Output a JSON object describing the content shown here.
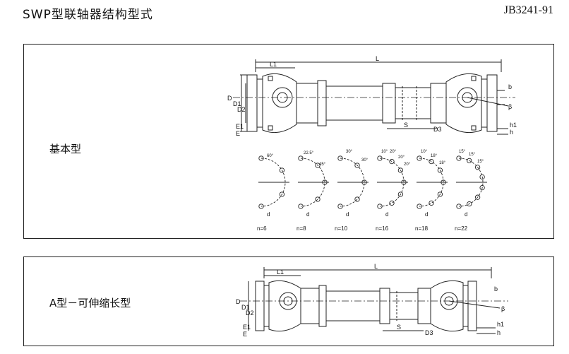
{
  "header": {
    "title": "SWP型联轴器结构型式",
    "standard": "JB3241-91"
  },
  "panels": [
    {
      "label": "基本型",
      "drawing": {
        "dims": {
          "L": "L",
          "L1": "L1",
          "D": "D",
          "D1": "D1",
          "D2": "D2",
          "D3": "D3",
          "E": "E",
          "E1": "E1",
          "S": "S",
          "b": "b",
          "h": "h",
          "h1": "h1",
          "beta": "β"
        },
        "flange_patterns": [
          {
            "n_label": "n=6",
            "angles": [
              "60°"
            ]
          },
          {
            "n_label": "n=8",
            "angles": [
              "22.5°",
              "45°"
            ]
          },
          {
            "n_label": "n=10",
            "angles": [
              "30°",
              "30°"
            ]
          },
          {
            "n_label": "n=16",
            "angles": [
              "10°",
              "20°",
              "20°",
              "20°"
            ]
          },
          {
            "n_label": "n=18",
            "angles": [
              "10°",
              "18°",
              "18°"
            ]
          },
          {
            "n_label": "n=22",
            "angles": [
              "15°",
              "15°",
              "15°"
            ]
          }
        ],
        "hole_label": "d"
      }
    },
    {
      "label": "A型－可伸缩长型",
      "drawing": {
        "dims": {
          "L": "L",
          "L1": "L1",
          "D": "D",
          "D1": "D1",
          "D2": "D2",
          "D3": "D3",
          "E": "E",
          "E1": "E1",
          "S": "S",
          "b": "b",
          "h": "h",
          "h1": "h1",
          "beta": "β"
        }
      }
    }
  ]
}
